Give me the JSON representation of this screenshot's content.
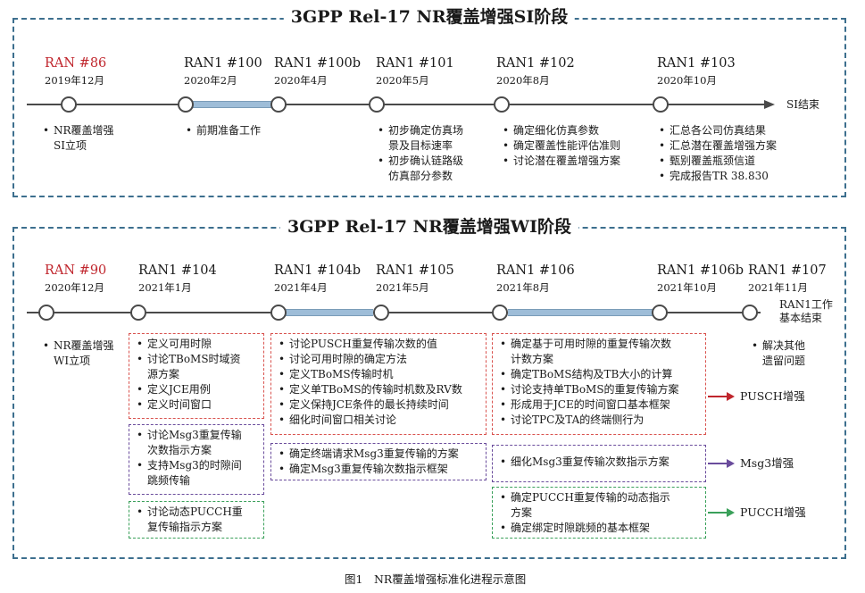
{
  "si": {
    "title": "3GPP Rel-17 NR覆盖增强SI阶段",
    "end_label": "SI结束",
    "meetings": [
      {
        "name": "RAN #86",
        "date": "2019年12月"
      },
      {
        "name": "RAN1 #100",
        "date": "2020年2月"
      },
      {
        "name": "RAN1 #100b",
        "date": "2020年4月"
      },
      {
        "name": "RAN1 #101",
        "date": "2020年5月"
      },
      {
        "name": "RAN1 #102",
        "date": "2020年8月"
      },
      {
        "name": "RAN1 #103",
        "date": "2020年10月"
      }
    ],
    "notes": [
      [
        "NR覆盖增强",
        "SI立项"
      ],
      [
        "前期准备工作"
      ],
      [
        "初步确定仿真场",
        "景及目标速率",
        "初步确认链路级",
        "仿真部分参数"
      ],
      [
        "确定细化仿真参数",
        "确定覆盖性能评估准则",
        "讨论潜在覆盖增强方案"
      ],
      [
        "汇总各公司仿真结果",
        "汇总潜在覆盖增强方案",
        "甄别覆盖瓶颈信道",
        "完成报告TR 38.830"
      ]
    ]
  },
  "wi": {
    "title": "3GPP Rel-17 NR覆盖增强WI阶段",
    "end_label_1": "RAN1工作",
    "end_label_2": "基本结束",
    "meetings": [
      {
        "name": "RAN #90",
        "date": "2020年12月"
      },
      {
        "name": "RAN1 #104",
        "date": "2021年1月"
      },
      {
        "name": "RAN1 #104b",
        "date": "2021年4月"
      },
      {
        "name": "RAN1 #105",
        "date": "2021年5月"
      },
      {
        "name": "RAN1 #106",
        "date": "2021年8月"
      },
      {
        "name": "RAN1 #106b",
        "date": "2021年10月"
      },
      {
        "name": "RAN1 #107",
        "date": "2021年11月"
      }
    ],
    "start_note": [
      "NR覆盖增强",
      "WI立项"
    ],
    "end_note": [
      "解决其他",
      "遗留问题"
    ],
    "col1_pusch": [
      "定义可用时隙",
      "讨论TBoMS时域资",
      "源方案",
      "定义JCE用例",
      "定义时间窗口"
    ],
    "col1_msg3": [
      "讨论Msg3重复传输",
      "次数指示方案",
      "支持Msg3的时隙间",
      "跳频传输"
    ],
    "col1_pucch": [
      "讨论动态PUCCH重",
      "复传输指示方案"
    ],
    "col2_pusch": [
      "讨论PUSCH重复传输次数的值",
      "讨论可用时隙的确定方法",
      "定义TBoMS传输时机",
      "定义单TBoMS的传输时机数及RV数",
      "定义保持JCE条件的最长持续时间",
      "细化时间窗口相关讨论"
    ],
    "col2_msg3": [
      "确定终端请求Msg3重复传输的方案",
      "确定Msg3重复传输次数指示框架"
    ],
    "col3_pusch": [
      "确定基于可用时隙的重复传输次数",
      "计数方案",
      "确定TBoMS结构及TB大小的计算",
      "讨论支持单TBoMS的重复传输方案",
      "形成用于JCE的时间窗口基本框架",
      "讨论TPC及TA的终端侧行为"
    ],
    "col3_msg3": [
      "细化Msg3重复传输次数指示方案"
    ],
    "col3_pucch": [
      "确定PUCCH重复传输的动态指示",
      "方案",
      "确定绑定时隙跳频的基本框架"
    ],
    "label_pusch": "PUSCH增强",
    "label_msg3": "Msg3增强",
    "label_pucch": "PUCCH增强"
  },
  "caption": "图1　NR覆盖增强标准化进程示意图",
  "colors": {
    "red": "#c0262d",
    "purple": "#6a4c9c",
    "green": "#3aa05a",
    "frame": "#3d6f8e"
  }
}
